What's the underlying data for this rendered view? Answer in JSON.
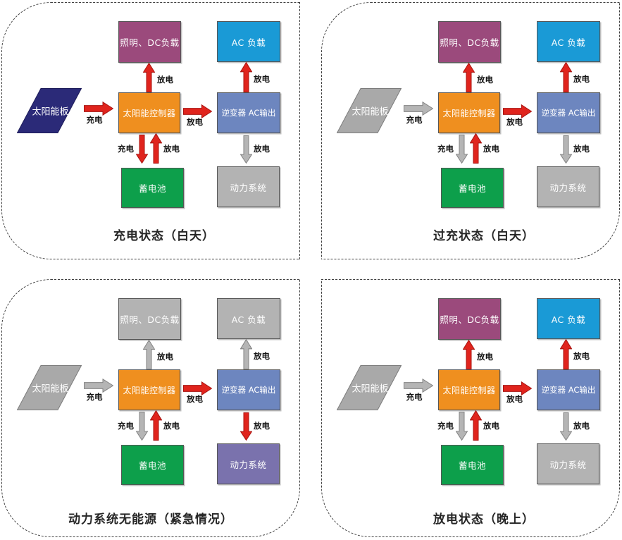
{
  "palette": {
    "red_arrow": "#e0241d",
    "red_arrow_stroke": "#a81410",
    "gray_arrow": "#b5b5b5",
    "gray_arrow_stroke": "#838383",
    "purple_box": "#9b4a7c",
    "blue_box": "#1a9ad6",
    "orange_box": "#ef8f1f",
    "slate_blue_box": "#6d86bf",
    "green_box": "#0d9f4b",
    "gray_box": "#b3b3b3",
    "navy_panel": "#2b2a78",
    "gray_panel": "#a9a9a9",
    "purple_power_box": "#7a72ad",
    "box_border": "#565656",
    "dashed_border": "#3f3f3f",
    "caption_text": "#262626"
  },
  "quadrants": [
    {
      "caption": "充电状态（白天）",
      "panel": {
        "label": "太阳能板",
        "color": "#2b2a78",
        "stroke": "#1e1d5a"
      },
      "nodes": {
        "dc_load": {
          "label": "照明、DC负载",
          "color": "#9b4a7c"
        },
        "ac_load": {
          "label": "AC 负载",
          "color": "#1a9ad6"
        },
        "controller": {
          "label": "太阳能控制器",
          "color": "#ef8f1f"
        },
        "inverter": {
          "label": "逆变器 AC输出",
          "color": "#6d86bf"
        },
        "battery": {
          "label": "蓄电池",
          "color": "#0d9f4b"
        },
        "power": {
          "label": "动力系统",
          "color": "#b3b3b3"
        }
      },
      "arrows": {
        "charge_in": {
          "label": "充电",
          "color": "#e0241d",
          "stroke": "#a81410"
        },
        "to_dc": {
          "label": "放电",
          "color": "#e0241d",
          "stroke": "#a81410"
        },
        "to_inverter": {
          "label": "放电",
          "color": "#e0241d",
          "stroke": "#a81410"
        },
        "to_ac": {
          "label": "放电",
          "color": "#e0241d",
          "stroke": "#a81410"
        },
        "bat_charge": {
          "label": "充电",
          "color": "#e0241d",
          "stroke": "#a81410"
        },
        "bat_discharge": {
          "label": "放电",
          "color": "#e0241d",
          "stroke": "#a81410"
        },
        "to_power": {
          "label": "放电",
          "color": "#b5b5b5",
          "stroke": "#838383"
        }
      }
    },
    {
      "caption": "过充状态（白天）",
      "panel": {
        "label": "太阳能板",
        "color": "#a9a9a9",
        "stroke": "#7c7c7c"
      },
      "nodes": {
        "dc_load": {
          "label": "照明、DC负载",
          "color": "#9b4a7c"
        },
        "ac_load": {
          "label": "AC 负载",
          "color": "#1a9ad6"
        },
        "controller": {
          "label": "太阳能控制器",
          "color": "#ef8f1f"
        },
        "inverter": {
          "label": "逆变器 AC输出",
          "color": "#6d86bf"
        },
        "battery": {
          "label": "蓄电池",
          "color": "#0d9f4b"
        },
        "power": {
          "label": "动力系统",
          "color": "#b3b3b3"
        }
      },
      "arrows": {
        "charge_in": {
          "label": "充电",
          "color": "#b5b5b5",
          "stroke": "#838383"
        },
        "to_dc": {
          "label": "放电",
          "color": "#e0241d",
          "stroke": "#a81410"
        },
        "to_inverter": {
          "label": "放电",
          "color": "#e0241d",
          "stroke": "#a81410"
        },
        "to_ac": {
          "label": "放电",
          "color": "#e0241d",
          "stroke": "#a81410"
        },
        "bat_charge": {
          "label": "充电",
          "color": "#b5b5b5",
          "stroke": "#838383"
        },
        "bat_discharge": {
          "label": "放电",
          "color": "#e0241d",
          "stroke": "#a81410"
        },
        "to_power": {
          "label": "放电",
          "color": "#b5b5b5",
          "stroke": "#838383"
        }
      }
    },
    {
      "caption": "动力系统无能源（紧急情况）",
      "panel": {
        "label": "太阳能板",
        "color": "#a9a9a9",
        "stroke": "#7c7c7c"
      },
      "nodes": {
        "dc_load": {
          "label": "照明、DC负载",
          "color": "#b3b3b3"
        },
        "ac_load": {
          "label": "AC 负载",
          "color": "#b3b3b3"
        },
        "controller": {
          "label": "太阳能控制器",
          "color": "#ef8f1f"
        },
        "inverter": {
          "label": "逆变器 AC输出",
          "color": "#6d86bf"
        },
        "battery": {
          "label": "蓄电池",
          "color": "#0d9f4b"
        },
        "power": {
          "label": "动力系统",
          "color": "#7a72ad"
        }
      },
      "arrows": {
        "charge_in": {
          "label": "充电",
          "color": "#b5b5b5",
          "stroke": "#838383"
        },
        "to_dc": {
          "label": "放电",
          "color": "#b5b5b5",
          "stroke": "#838383"
        },
        "to_inverter": {
          "label": "放电",
          "color": "#e0241d",
          "stroke": "#a81410"
        },
        "to_ac": {
          "label": "放电",
          "color": "#b5b5b5",
          "stroke": "#838383"
        },
        "bat_charge": {
          "label": "充电",
          "color": "#b5b5b5",
          "stroke": "#838383"
        },
        "bat_discharge": {
          "label": "放电",
          "color": "#e0241d",
          "stroke": "#a81410"
        },
        "to_power": {
          "label": "放电",
          "color": "#e0241d",
          "stroke": "#a81410"
        }
      }
    },
    {
      "caption": "放电状态（晚上）",
      "panel": {
        "label": "太阳能板",
        "color": "#a9a9a9",
        "stroke": "#7c7c7c"
      },
      "nodes": {
        "dc_load": {
          "label": "照明、DC负载",
          "color": "#9b4a7c"
        },
        "ac_load": {
          "label": "AC 负载",
          "color": "#1a9ad6"
        },
        "controller": {
          "label": "太阳能控制器",
          "color": "#ef8f1f"
        },
        "inverter": {
          "label": "逆变器 AC输出",
          "color": "#6d86bf"
        },
        "battery": {
          "label": "蓄电池",
          "color": "#0d9f4b"
        },
        "power": {
          "label": "动力系统",
          "color": "#b3b3b3"
        }
      },
      "arrows": {
        "charge_in": {
          "label": "充电",
          "color": "#b5b5b5",
          "stroke": "#838383"
        },
        "to_dc": {
          "label": "放电",
          "color": "#e0241d",
          "stroke": "#a81410"
        },
        "to_inverter": {
          "label": "放电",
          "color": "#e0241d",
          "stroke": "#a81410"
        },
        "to_ac": {
          "label": "放电",
          "color": "#e0241d",
          "stroke": "#a81410"
        },
        "bat_charge": {
          "label": "充电",
          "color": "#b5b5b5",
          "stroke": "#838383"
        },
        "bat_discharge": {
          "label": "放电",
          "color": "#e0241d",
          "stroke": "#a81410"
        },
        "to_power": {
          "label": "放电",
          "color": "#b5b5b5",
          "stroke": "#838383"
        }
      }
    }
  ]
}
